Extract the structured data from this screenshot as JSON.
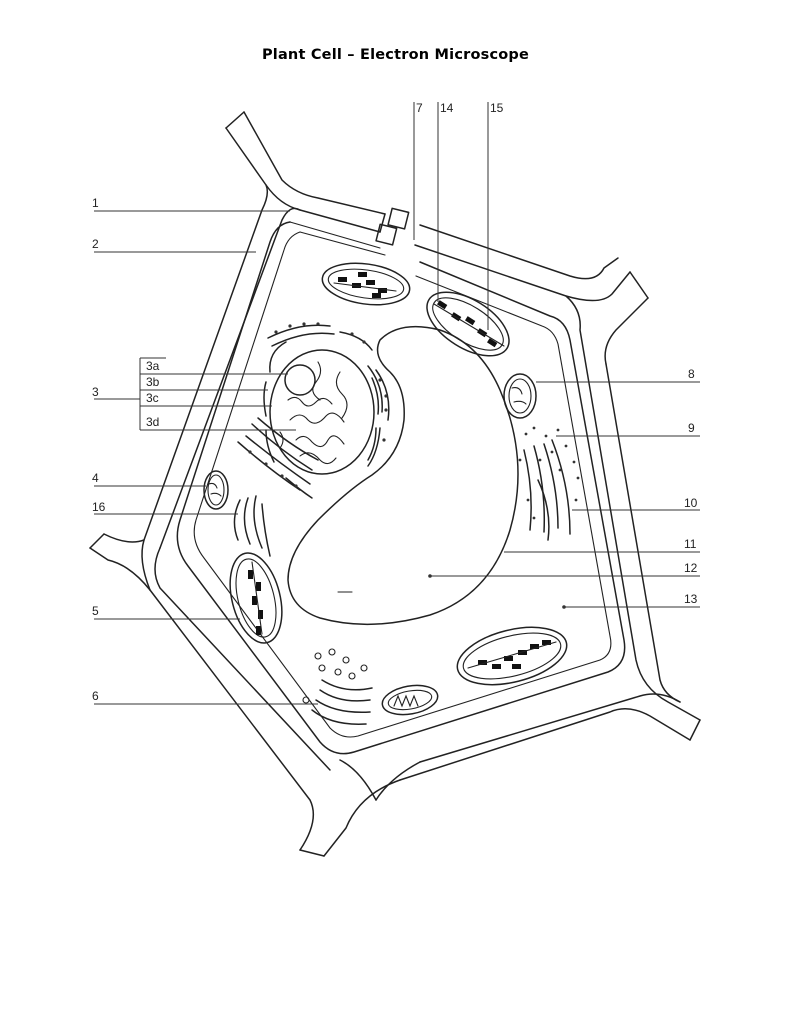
{
  "title": "Plant Cell – Electron Microscope",
  "labels": {
    "l1": "1",
    "l2": "2",
    "l3": "3",
    "l3a": "3a",
    "l3b": "3b",
    "l3c": "3c",
    "l3d": "3d",
    "l4": "4",
    "l5": "5",
    "l6": "6",
    "l7": "7",
    "l8": "8",
    "l9": "9",
    "l10": "10",
    "l11": "11",
    "l12": "12",
    "l13": "13",
    "l14": "14",
    "l15": "15",
    "l16": "16"
  },
  "colors": {
    "ink": "#222222",
    "background": "#ffffff"
  }
}
